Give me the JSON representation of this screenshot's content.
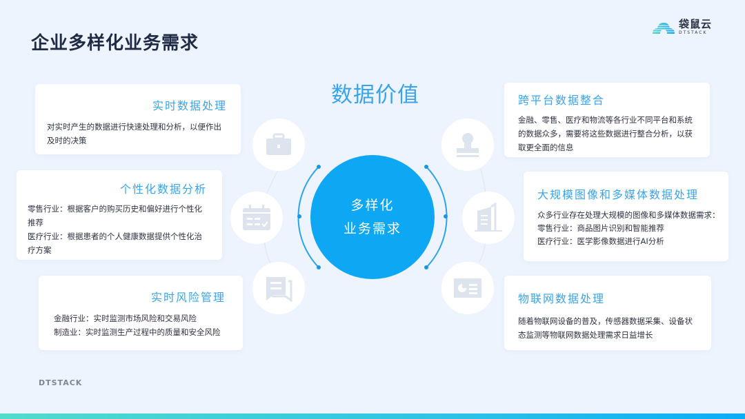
{
  "header": {
    "title": "企业多样化业务需求"
  },
  "logo": {
    "cn": "袋鼠云",
    "en": "DTSTACK",
    "icon": "cloud-logo-icon"
  },
  "center": {
    "label": "数据价值",
    "circle_line1": "多样化",
    "circle_line2": "业务需求",
    "color": "#0ea7f3"
  },
  "cards": {
    "left": [
      {
        "title": "实时数据处理",
        "lines": [
          "对实时产生的数据进行快速处理和分析，以便作出及时的决策"
        ],
        "icon": "briefcase-icon"
      },
      {
        "title": "个性化数据分析",
        "lines": [
          "零售行业：根据客户的购买历史和偏好进行个性化推荐",
          "医疗行业：根据患者的个人健康数据提供个性化治疗方案"
        ],
        "icon": "calendar-icon"
      },
      {
        "title": "实时风险管理",
        "lines": [
          "金融行业：实时监测市场风险和交易风险",
          "制造业：实时监测生产过程中的质量和安全风险"
        ],
        "icon": "chat-icon"
      }
    ],
    "right": [
      {
        "title": "跨平台数据整合",
        "lines": [
          "金融、零售、医疗和物流等各行业不同平台和系统的数据众多，需要将这些数据进行整合分析，以获取更全面的信息"
        ],
        "icon": "stamp-icon"
      },
      {
        "title": "大规模图像和多媒体数据处理",
        "lines": [
          "众多行业存在处理大规模的图像和多媒体数据需求：",
          "零售行业：商品图片识别和智能推荐",
          "医疗行业：医学影像数据进行AI分析"
        ],
        "icon": "building-icon"
      },
      {
        "title": "物联网数据处理",
        "lines": [
          "随着物联网设备的普及，传感器数据采集、设备状态监测等物联网数据处理需求日益增长"
        ],
        "icon": "report-card-icon"
      }
    ]
  },
  "footer": {
    "brand": "DTSTACK"
  },
  "colors": {
    "accent": "#3aa3ea",
    "background": "#eef4fd",
    "title": "#1f2a44"
  }
}
